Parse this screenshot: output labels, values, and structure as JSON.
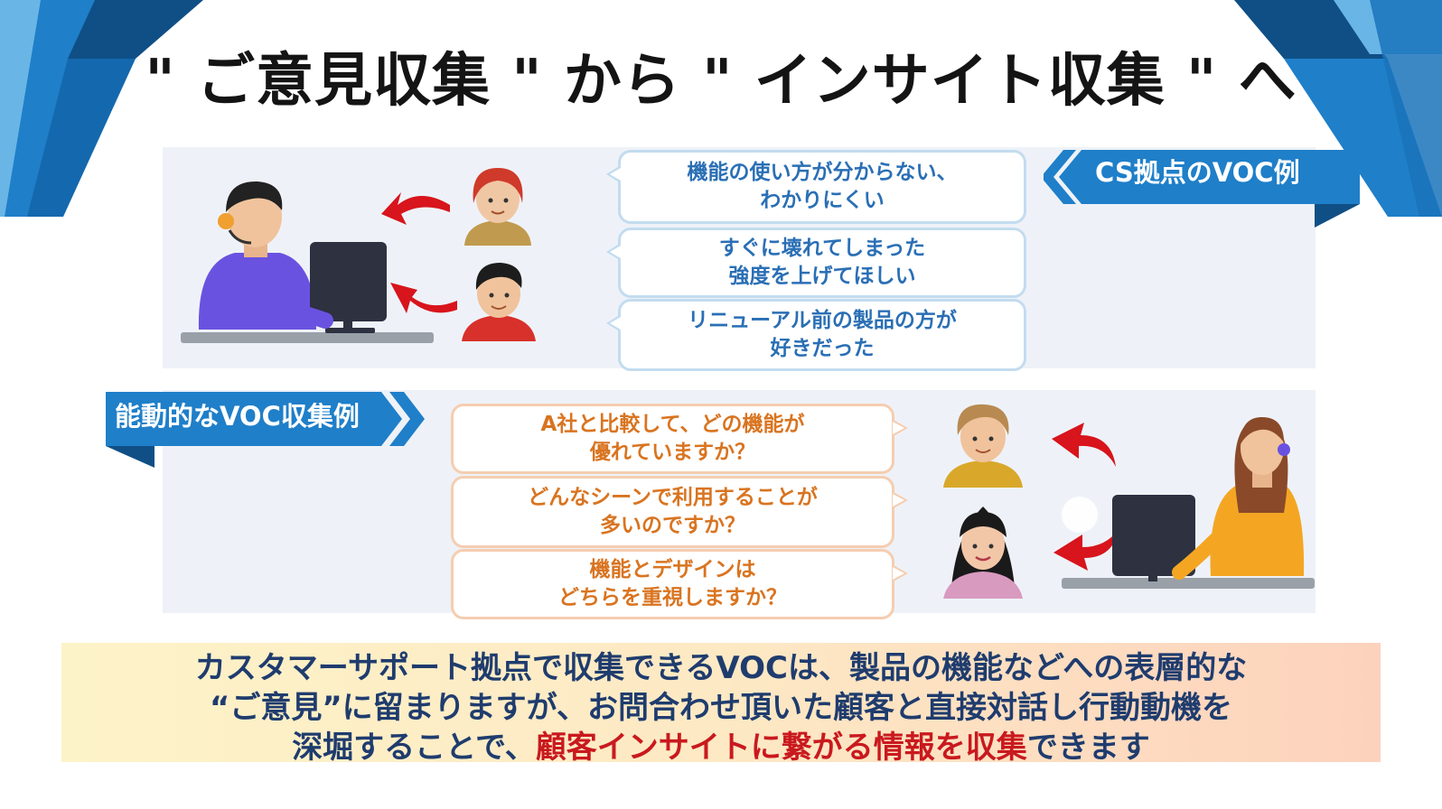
{
  "title": "\" ご意見収集 \" から \" インサイト収集 \" へ",
  "colors": {
    "accent_blue": "#1f7fc9",
    "dark_navy": "#0f4f86",
    "text_blue": "#2a6fb5",
    "text_orange": "#d97420",
    "highlight_red": "#c9191e",
    "summary_text": "#1f3c6e"
  },
  "cs_section": {
    "tag": "CS拠点のVOC例",
    "bubbles": [
      {
        "line1": "機能の使い方が分からない、",
        "line2": "わかりにくい"
      },
      {
        "line1": "すぐに壊れてしまった",
        "line2": "強度を上げてほしい"
      },
      {
        "line1": "リニューアル前の製品の方が",
        "line2": "好きだった"
      }
    ]
  },
  "active_section": {
    "tag": "能動的なVOC収集例",
    "bubbles": [
      {
        "line1": "A社と比較して、どの機能が",
        "line2": "優れていますか？"
      },
      {
        "line1": "どんなシーンで利用することが",
        "line2": "多いのですか？"
      },
      {
        "line1": "機能とデザインは",
        "line2": "どちらを重視しますか？"
      }
    ]
  },
  "summary": {
    "line1": "カスタマーサポート拠点で収集できるVOCは、製品の機能などへの表層的な",
    "line2": "“ご意見”に留まりますが、お問合わせ頂いた顧客と直接対話し行動動機を",
    "line3_pre": "深堀することで、",
    "line3_highlight": "顧客インサイトに繋がる情報を収集",
    "line3_post": "できます"
  }
}
